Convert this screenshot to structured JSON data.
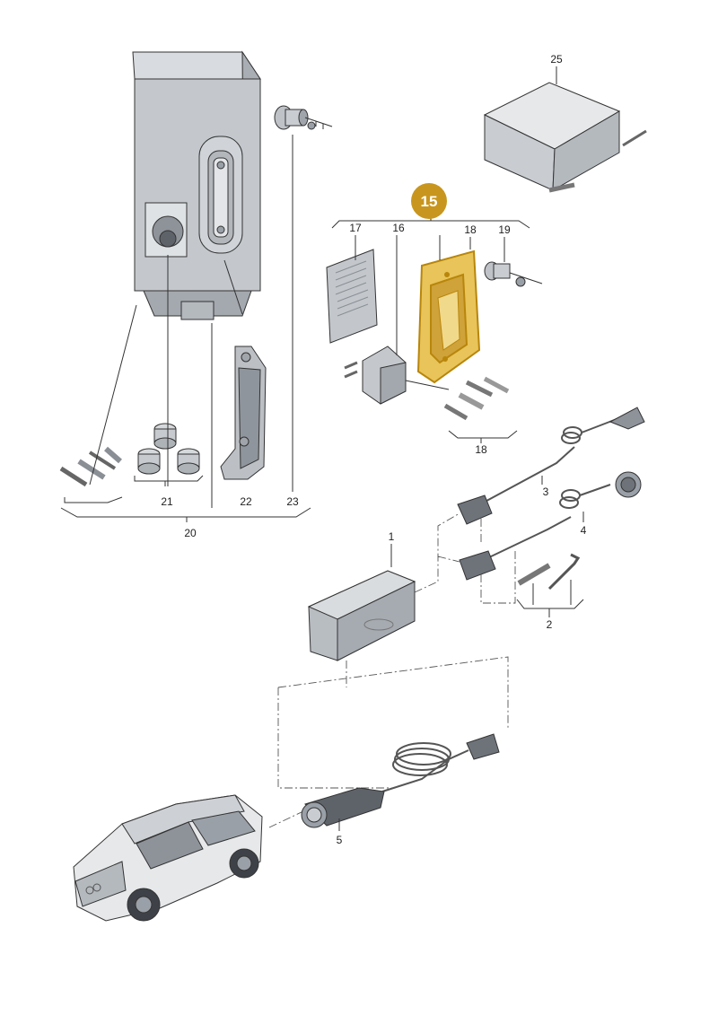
{
  "callouts": {
    "c1": "1",
    "c2": "2",
    "c3": "3",
    "c4": "4",
    "c5": "5",
    "c15": "15",
    "c16": "16",
    "c17": "17",
    "c18a": "18",
    "c18b": "18",
    "c19": "19",
    "c20": "20",
    "c21": "21",
    "c22": "22",
    "c23": "23",
    "c25": "25"
  },
  "colors": {
    "highlight_badge": "#c8961e",
    "highlight_part": "#e8c45a",
    "part_fill": "#c9cdd2",
    "part_dark": "#9aa0a7",
    "line": "#333333"
  },
  "icons": [
    "wallbox-housing",
    "wall-plug-socket",
    "wall-holder",
    "key-lock",
    "screw",
    "anchor-dowel",
    "instruction-sheet",
    "plug-adapter",
    "charging-cable-bag",
    "charging-control-unit",
    "charging-cable",
    "vehicle-suv"
  ]
}
